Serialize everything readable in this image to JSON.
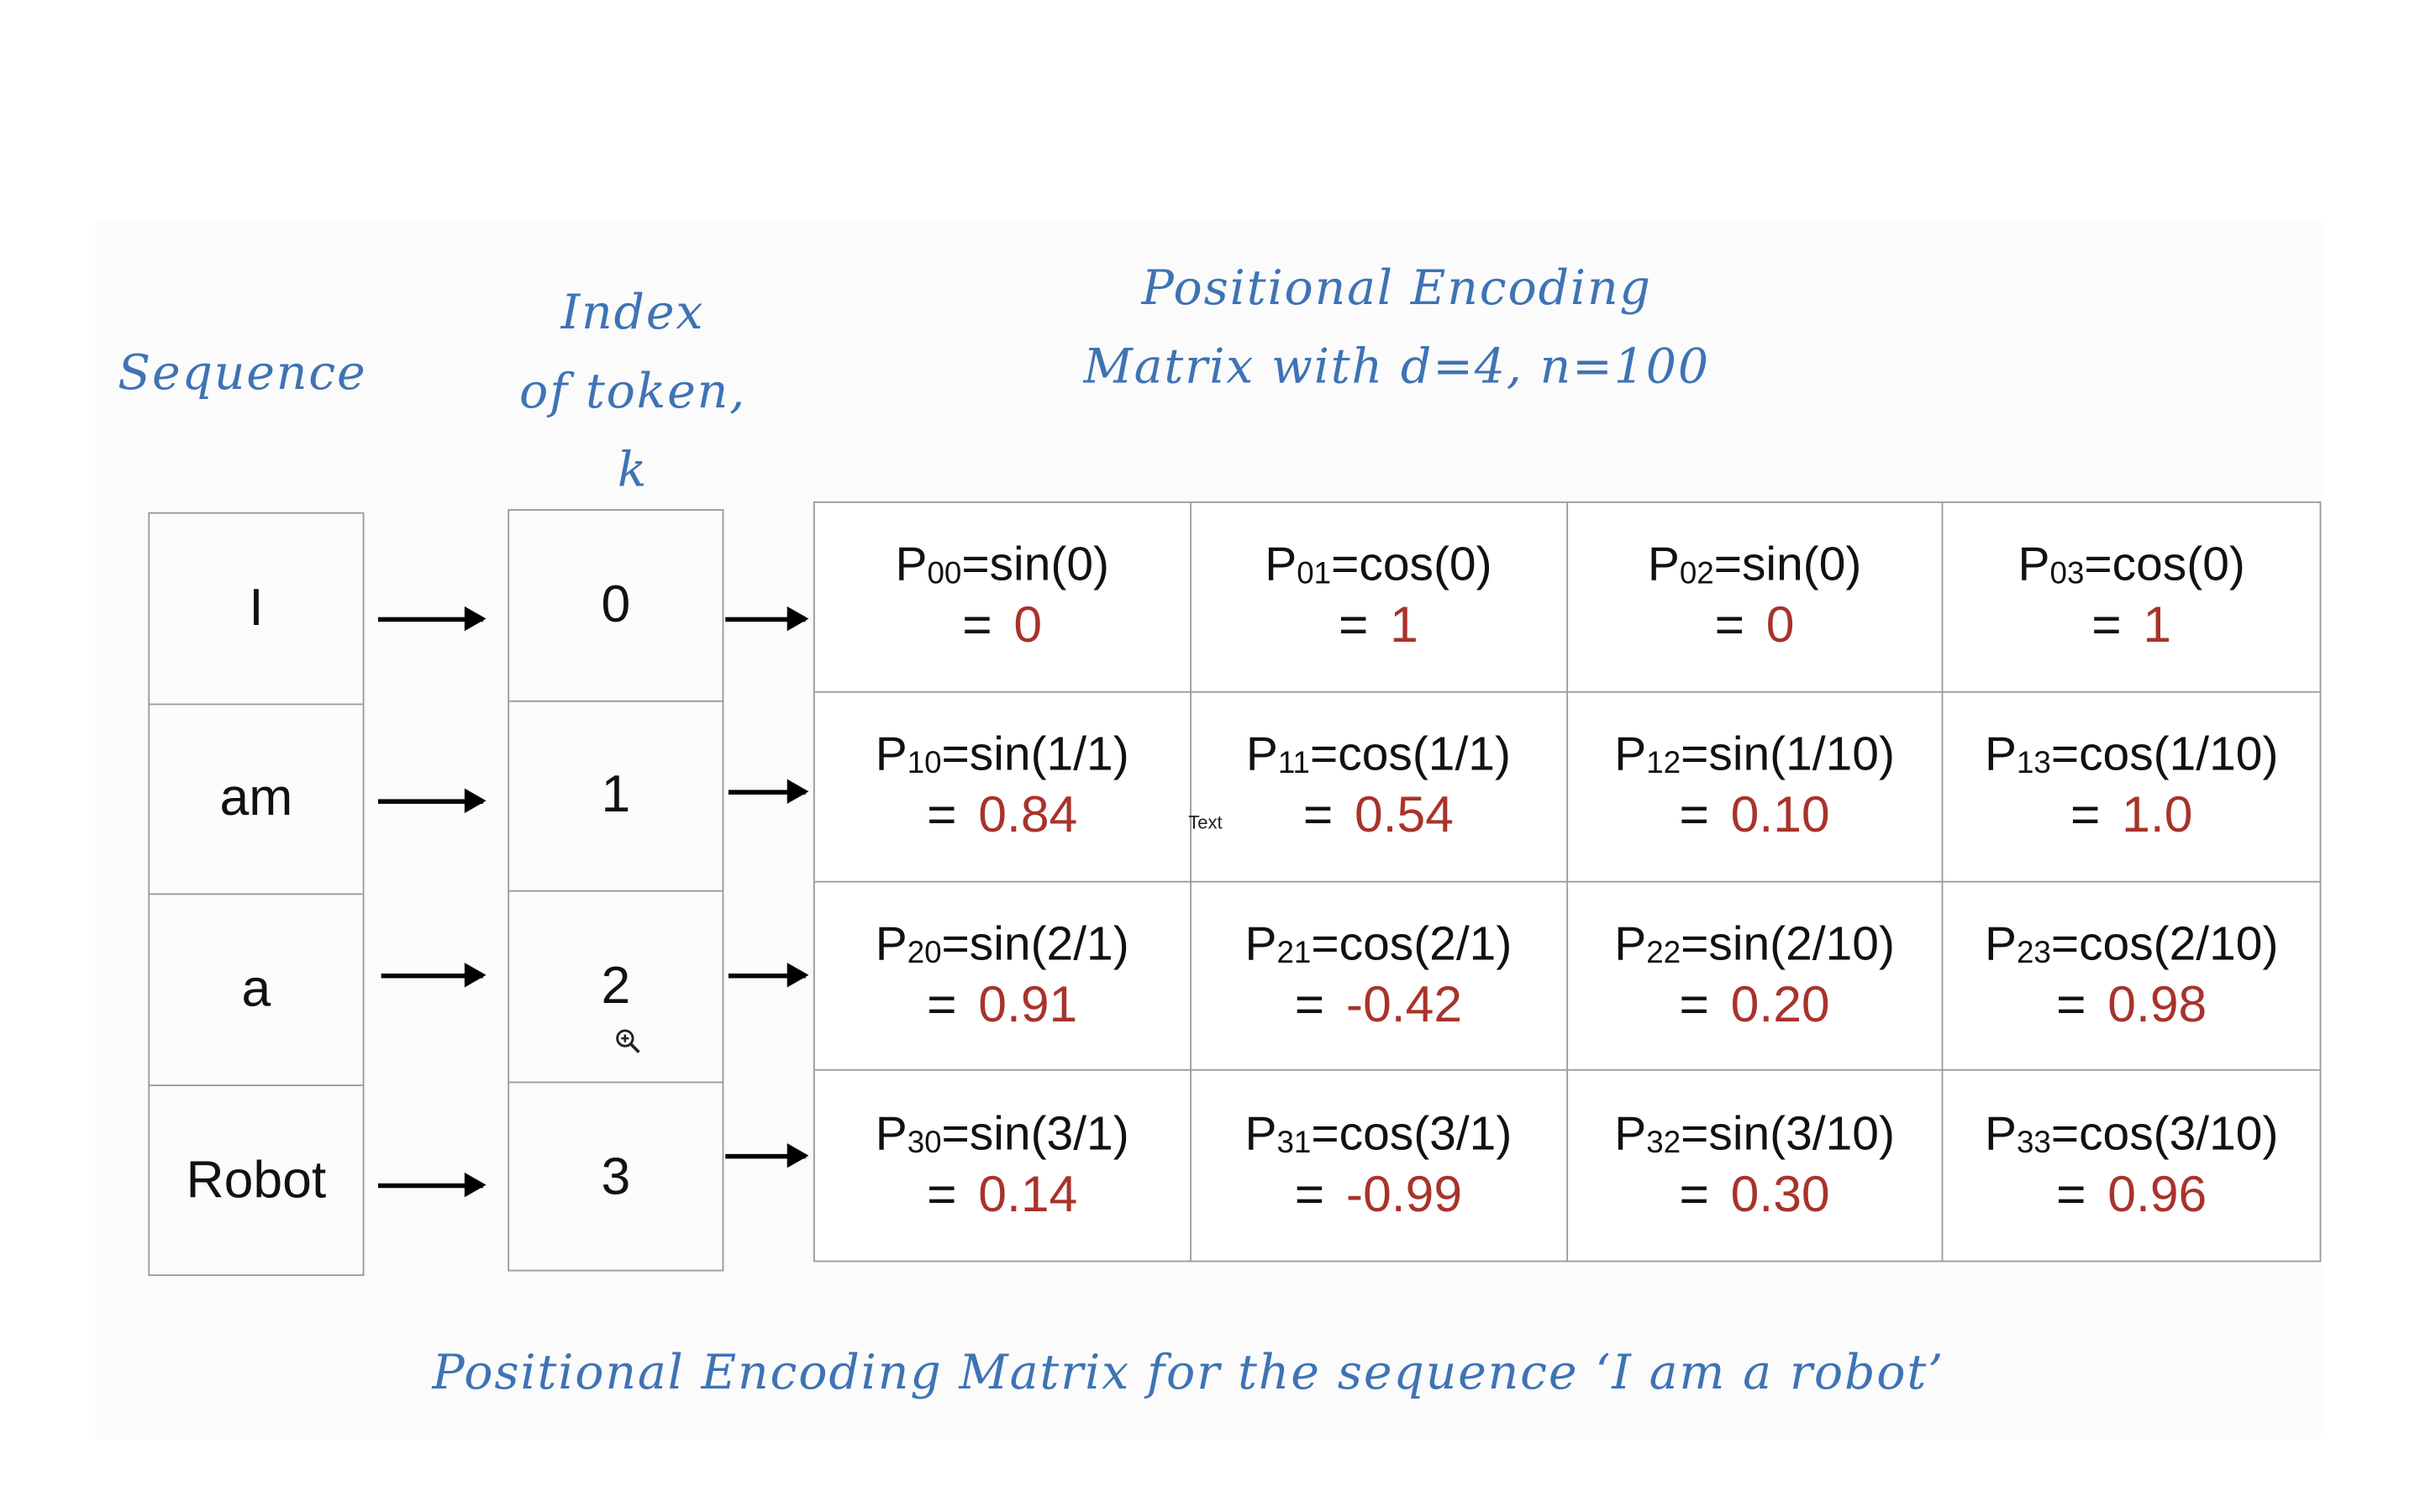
{
  "labels": {
    "sequence": "Sequence",
    "index_line1": "Index",
    "index_line2": "of token,",
    "index_line3": "k",
    "title_line1": "Positional Encoding",
    "title_line2": "Matrix with d=4, n=100",
    "caption": "Positional Encoding Matrix for the sequence ‘I am a robot’",
    "text_tag": "Text"
  },
  "sequence": [
    "I",
    "am",
    "a",
    "Robot"
  ],
  "indices": [
    "0",
    "1",
    "2",
    "3"
  ],
  "matrix": [
    [
      {
        "sub": "00",
        "func": "=sin(0)",
        "value": "0"
      },
      {
        "sub": "01",
        "func": "=cos(0)",
        "value": "1"
      },
      {
        "sub": "02",
        "func": "=sin(0)",
        "value": "0"
      },
      {
        "sub": "03",
        "func": "=cos(0)",
        "value": "1"
      }
    ],
    [
      {
        "sub": "10",
        "func": "=sin(1/1)",
        "value": "0.84"
      },
      {
        "sub": "11",
        "func": "=cos(1/1)",
        "value": "0.54"
      },
      {
        "sub": "12",
        "func": "=sin(1/10)",
        "value": "0.10"
      },
      {
        "sub": "13",
        "func": "=cos(1/10)",
        "value": "1.0"
      }
    ],
    [
      {
        "sub": "20",
        "func": "=sin(2/1)",
        "value": "0.91"
      },
      {
        "sub": "21",
        "func": "=cos(2/1)",
        "value": "-0.42"
      },
      {
        "sub": "22",
        "func": "=sin(2/10)",
        "value": "0.20"
      },
      {
        "sub": "23",
        "func": "=cos(2/10)",
        "value": "0.98"
      }
    ],
    [
      {
        "sub": "30",
        "func": "=sin(3/1)",
        "value": "0.14"
      },
      {
        "sub": "31",
        "func": "=cos(3/1)",
        "value": "-0.99"
      },
      {
        "sub": "32",
        "func": "=sin(3/10)",
        "value": "0.30"
      },
      {
        "sub": "33",
        "func": "=cos(3/10)",
        "value": "0.96"
      }
    ]
  ],
  "icons": {
    "zoom": "zoom-in-icon"
  },
  "colors": {
    "handwriting": "#3e73b5",
    "value": "#a8332b"
  }
}
